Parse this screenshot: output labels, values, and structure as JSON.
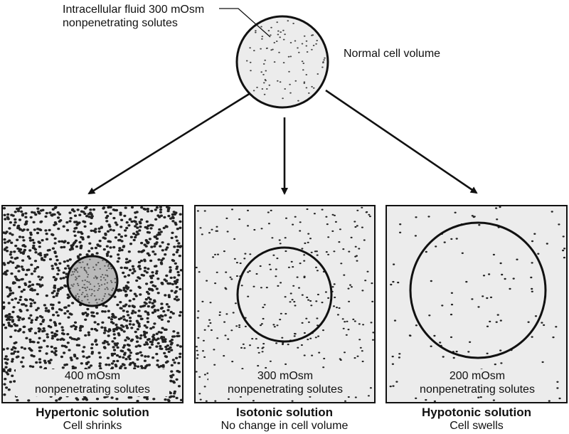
{
  "top_cell": {
    "callout_line1": "Intracellular fluid 300 mOsm",
    "callout_line2": "nonpenetrating solutes",
    "volume_label": "Normal cell volume"
  },
  "panels": [
    {
      "solution_conc": "400 mOsm",
      "solutes": "nonpenetrating solutes",
      "title": "Hypertonic solution",
      "subtitle": "Cell shrinks"
    },
    {
      "solution_conc": "300 mOsm",
      "solutes": "nonpenetrating solutes",
      "title": "Isotonic solution",
      "subtitle": "No change in cell volume"
    },
    {
      "solution_conc": "200 mOsm",
      "solutes": "nonpenetrating solutes",
      "title": "Hypotonic solution",
      "subtitle": "Cell swells"
    }
  ],
  "colors": {
    "fill": "#ececec",
    "dense_fill": "#b9b9b9",
    "dot": "#222222",
    "stroke": "#111111"
  }
}
